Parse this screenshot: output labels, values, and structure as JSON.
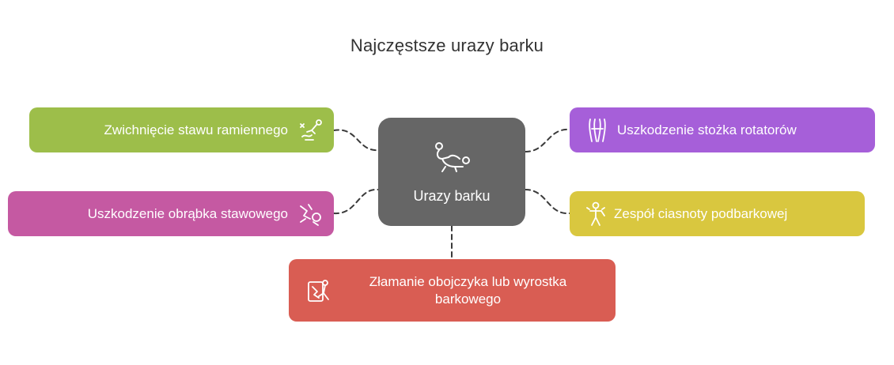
{
  "title": "Najczęstsze urazy barku",
  "center": {
    "label": "Urazy barku",
    "icon": "person-shoulder-massage-icon",
    "color": "#666666"
  },
  "nodes": [
    {
      "id": "dislocation",
      "label": "Zwichnięcie stawu ramiennego",
      "icon": "dislocated-arm-icon",
      "color": "#9DBE4A"
    },
    {
      "id": "labrum",
      "label": "Uszkodzenie obrąbka stawowego",
      "icon": "torn-joint-icon",
      "color": "#C559A2"
    },
    {
      "id": "rotator-cuff",
      "label": "Uszkodzenie stożka rotatorów",
      "icon": "muscle-joint-icon",
      "color": "#A65FD9"
    },
    {
      "id": "impingement",
      "label": "Zespół ciasnoty podbarkowej",
      "icon": "person-pain-icon",
      "color": "#D9C73F"
    },
    {
      "id": "fracture",
      "label": "Złamanie obojczyka lub wyrostka barkowego",
      "icon": "fracture-xray-icon",
      "color": "#D95D53"
    }
  ]
}
